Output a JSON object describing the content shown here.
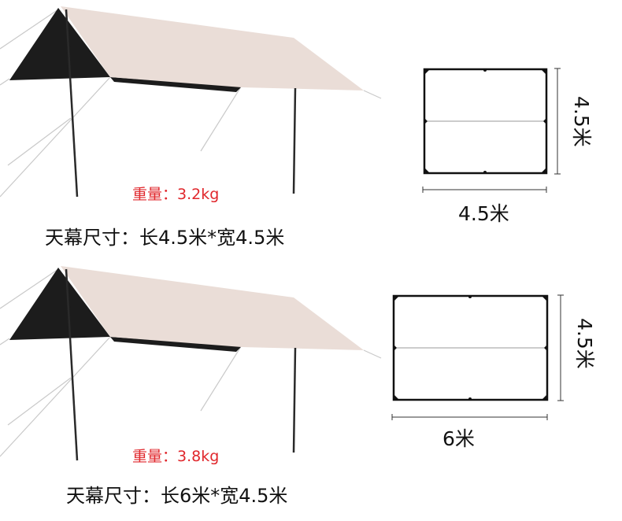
{
  "colors": {
    "tarp_top": "#eaddd7",
    "tarp_underside": "#1c1c1c",
    "pole": "#2a2a2a",
    "weight_text": "#e0262b",
    "size_text": "#111111"
  },
  "products": [
    {
      "weight_label": "重量：3.2kg",
      "size_label": "天幕尺寸：长4.5米*宽4.5米",
      "length": "4.5米",
      "width": "4.5米"
    },
    {
      "weight_label": "重量：3.8kg",
      "size_label": "天幕尺寸：长6米*宽4.5米",
      "length": "6米",
      "width": "4.5米"
    }
  ]
}
